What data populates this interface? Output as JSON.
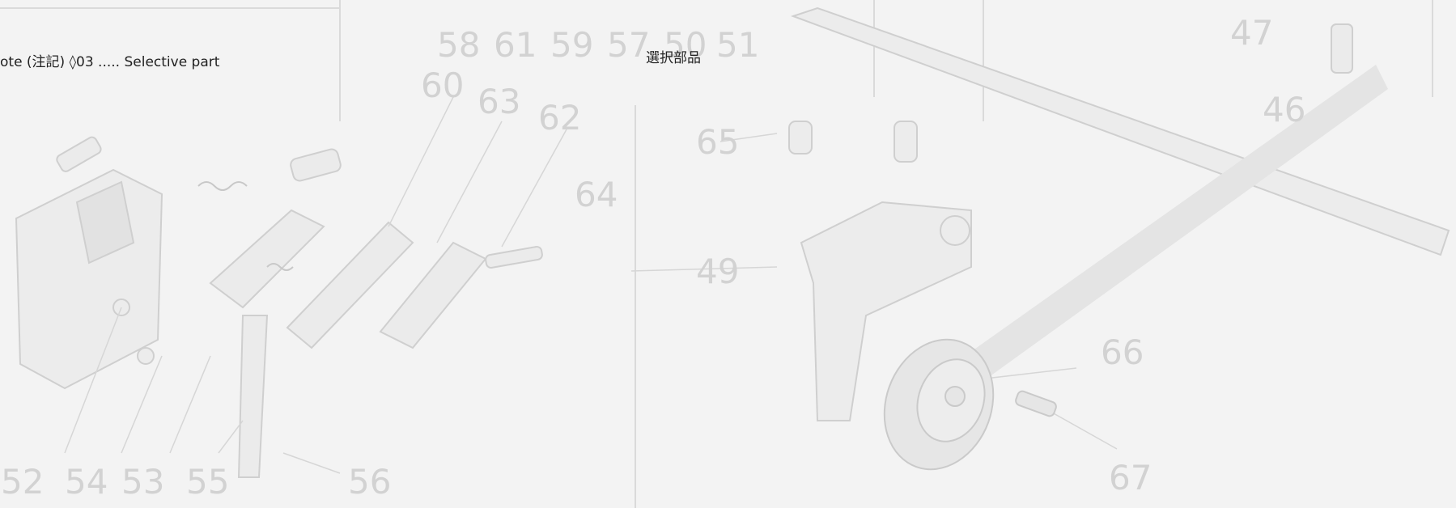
{
  "note": {
    "prefix": "ote (注記)",
    "code": "◊03 ..... Selective part"
  },
  "selective_label": "選択部品",
  "callouts": [
    "58",
    "61",
    "59",
    "57",
    "50",
    "51",
    "60",
    "63",
    "62",
    "64",
    "65",
    "49",
    "66",
    "67",
    "47",
    "46",
    "52",
    "53",
    "54",
    "55",
    "56"
  ],
  "colors": {
    "background": "#f3f3f3",
    "line": "#d0d0d0",
    "text": "#222222",
    "faint_number": "#d2d2d2"
  }
}
